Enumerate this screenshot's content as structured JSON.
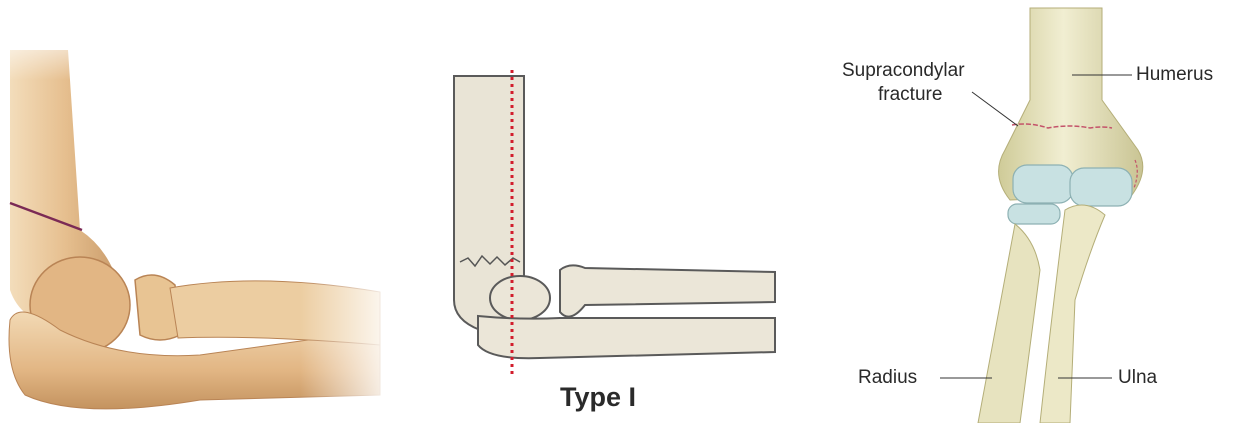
{
  "panels": [
    {
      "id": "elbow-fracture-line",
      "colors": {
        "bone": "#e9c79c",
        "shade": "#c99b6a",
        "fracture": "#7b2a55"
      }
    },
    {
      "id": "type-i",
      "caption": "Type I",
      "colors": {
        "bone": "#e9e4d6",
        "outline": "#5a5a5a",
        "reference_line": "#d21d2c"
      }
    },
    {
      "id": "anterior-elbow",
      "labels": {
        "supracondylar_line1": "Supracondylar",
        "supracondylar_line2": "fracture",
        "humerus": "Humerus",
        "radius": "Radius",
        "ulna": "Ulna"
      },
      "colors": {
        "bone": "#e7e3bf",
        "cartilage": "#c8e1e2",
        "fracture": "#c4536a"
      }
    }
  ]
}
